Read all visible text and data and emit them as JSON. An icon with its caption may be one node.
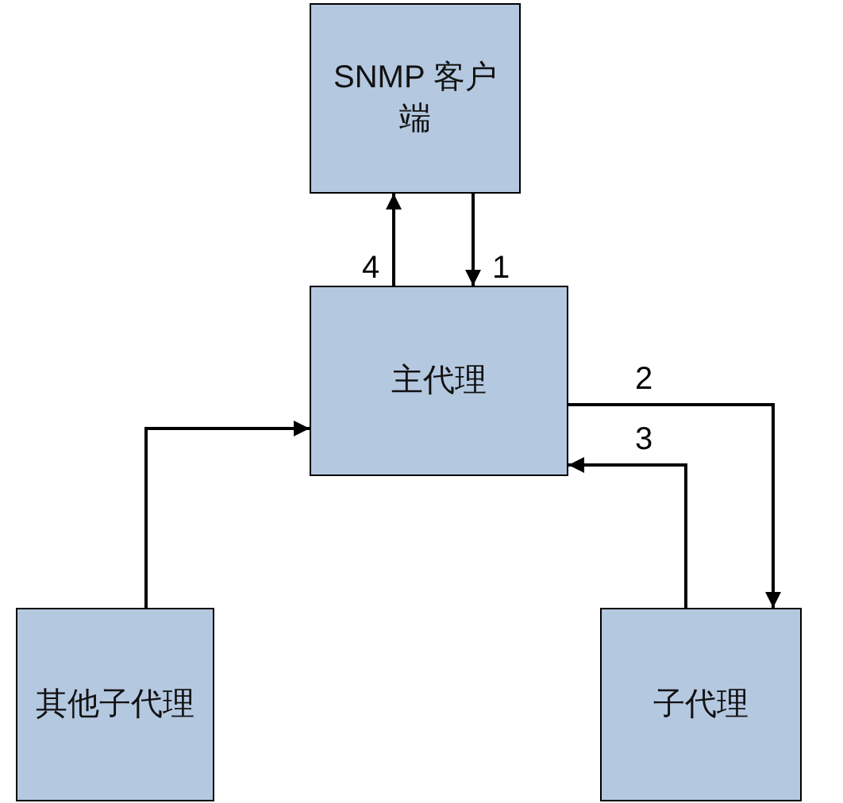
{
  "diagram": {
    "nodes": [
      {
        "text": [
          "SNMP 客户端"
        ]
      },
      {
        "text": [
          "主代理"
        ]
      },
      {
        "text": [
          "其他子代理"
        ]
      },
      {
        "text": [
          "子代理"
        ]
      }
    ],
    "edges": [
      {
        "from": 0,
        "to": 1,
        "arrow": "to",
        "label": "1"
      },
      {
        "from": 1,
        "to": 0,
        "arrow": "to",
        "label": "4"
      },
      {
        "from": 1,
        "to": 3,
        "arrow": "to",
        "label": "2"
      },
      {
        "from": 3,
        "to": 1,
        "arrow": "to",
        "label": "3"
      },
      {
        "from": 2,
        "to": 1,
        "arrow": "to"
      }
    ]
  }
}
